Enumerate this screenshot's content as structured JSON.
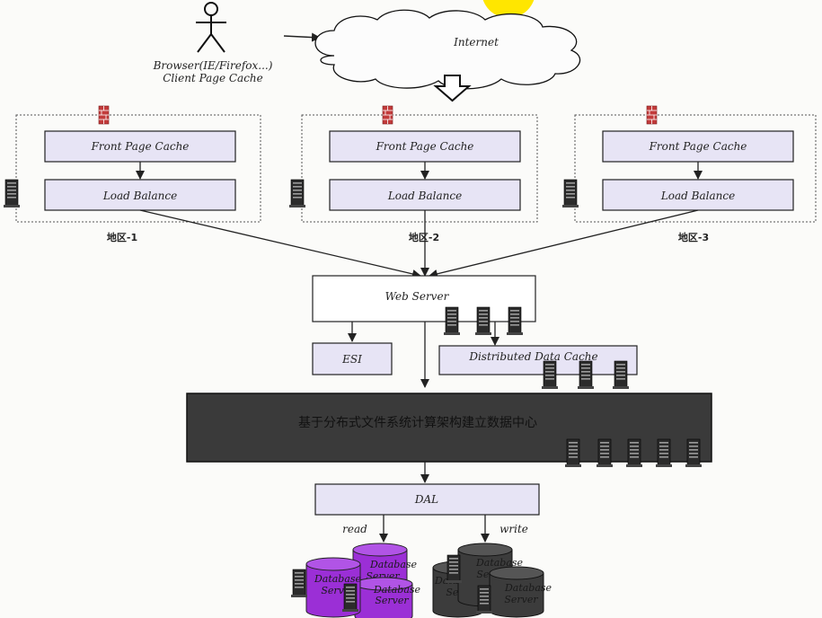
{
  "client": {
    "line1": "Browser(IE/Firefox...)",
    "line2": "Client Page Cache"
  },
  "internet": {
    "label": "Internet"
  },
  "regions": [
    {
      "label": "地区-1",
      "front_cache": "Front Page Cache",
      "load_balance": "Load Balance"
    },
    {
      "label": "地区-2",
      "front_cache": "Front Page Cache",
      "load_balance": "Load Balance"
    },
    {
      "label": "地区-3",
      "front_cache": "Front Page Cache",
      "load_balance": "Load Balance"
    }
  ],
  "web_server": {
    "label": "Web Server"
  },
  "esi": {
    "label": "ESI"
  },
  "distributed_cache": {
    "label": "Distributed Data Cache"
  },
  "data_center": {
    "label": "基于分布式文件系统计算架构建立数据中心"
  },
  "dal": {
    "label": "DAL"
  },
  "arrows": {
    "read": "read",
    "write": "write"
  },
  "databases": {
    "read": [
      {
        "line1": "Database",
        "line2": "Server"
      },
      {
        "line1": "Database",
        "line2": "Server"
      },
      {
        "line1": "Database",
        "line2": "Server"
      }
    ],
    "write": [
      {
        "line1": "Database",
        "line2": "Server"
      },
      {
        "line1": "Database",
        "line2": "Server"
      },
      {
        "line1": "Database",
        "line2": "Server"
      }
    ]
  },
  "colors": {
    "box_fill": "#e7e4f5",
    "data_center": "#3a3a3a",
    "read_db": "#9b2fd6",
    "write_db": "#3c3c3c",
    "firewall": "#c23b3b",
    "sun": "#ffe600"
  }
}
